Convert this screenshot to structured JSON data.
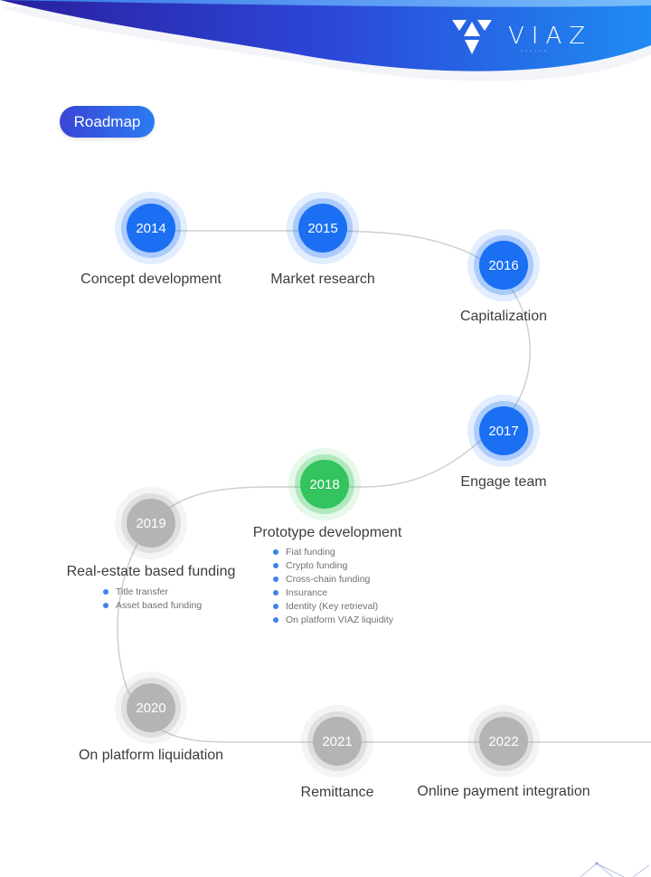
{
  "header": {
    "brand": "VIAZ",
    "brand_sub": "◦◦◦◦◦◦",
    "accent_dark": "#2a33c6",
    "accent_light": "#1f8bf2"
  },
  "section": {
    "title": "Roadmap"
  },
  "milestones": [
    {
      "year": "2014",
      "title": "Concept development",
      "status": "done"
    },
    {
      "year": "2015",
      "title": "Market research",
      "status": "done"
    },
    {
      "year": "2016",
      "title": "Capitalization",
      "status": "done"
    },
    {
      "year": "2017",
      "title": "Engage team",
      "status": "done"
    },
    {
      "year": "2018",
      "title": "Prototype development",
      "status": "current",
      "items": [
        "Fiat funding",
        "Crypto funding",
        "Cross-chain funding",
        "Insurance",
        "Identity (Key retrieval)",
        "On platform VIAZ liquidity"
      ]
    },
    {
      "year": "2019",
      "title": "Real-estate based funding",
      "status": "upcoming",
      "items": [
        "Title transfer",
        "Asset based funding"
      ]
    },
    {
      "year": "2020",
      "title": "On platform liquidation",
      "status": "upcoming"
    },
    {
      "year": "2021",
      "title": "Remittance",
      "status": "upcoming"
    },
    {
      "year": "2022",
      "title": "Online payment integration",
      "status": "upcoming"
    }
  ],
  "colors": {
    "done": "#1a6ff3",
    "current": "#33c35f",
    "upcoming": "#b4b4b6",
    "path": "#cfcfcf"
  }
}
